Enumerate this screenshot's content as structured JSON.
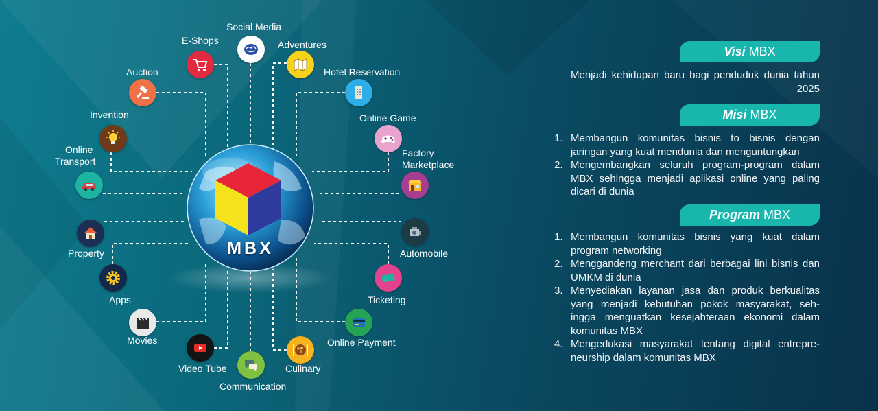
{
  "center": {
    "label": "MBX"
  },
  "nodes": [
    {
      "id": "social-media",
      "label": "Social Media",
      "icon": "brain-icon"
    },
    {
      "id": "e-shops",
      "label": "E-Shops",
      "icon": "shopping-cart-icon"
    },
    {
      "id": "adventures",
      "label": "Adventures",
      "icon": "map-icon"
    },
    {
      "id": "auction",
      "label": "Auction",
      "icon": "gavel-icon"
    },
    {
      "id": "hotel-reservation",
      "label": "Hotel Reservation",
      "icon": "building-icon"
    },
    {
      "id": "invention",
      "label": "Invention",
      "icon": "lightbulb-icon"
    },
    {
      "id": "online-game",
      "label": "Online Game",
      "icon": "gamepad-icon"
    },
    {
      "id": "online-transport",
      "label_line1": "Online",
      "label_line2": "Transport",
      "icon": "car-icon"
    },
    {
      "id": "factory-marketplace",
      "label_line1": "Factory",
      "label_line2": "Marketplace",
      "icon": "store-icon"
    },
    {
      "id": "property",
      "label": "Property",
      "icon": "house-icon"
    },
    {
      "id": "automobile",
      "label": "Automobile",
      "icon": "car-engine-icon"
    },
    {
      "id": "apps",
      "label": "Apps",
      "icon": "gear-icon"
    },
    {
      "id": "ticketing",
      "label": "Ticketing",
      "icon": "ticket-icon"
    },
    {
      "id": "movies",
      "label": "Movies",
      "icon": "clapperboard-icon"
    },
    {
      "id": "online-payment",
      "label": "Online Payment",
      "icon": "credit-card-icon"
    },
    {
      "id": "video-tube",
      "label": "Video Tube",
      "icon": "play-button-icon"
    },
    {
      "id": "culinary",
      "label": "Culinary",
      "icon": "food-icon"
    },
    {
      "id": "communication",
      "label": "Communication",
      "icon": "chat-bubble-icon"
    }
  ],
  "visi": {
    "title_bold": "Visi",
    "title_rest": "MBX",
    "text": "Menjadi kehidupan baru bagi penduduk dunia tahun 2025"
  },
  "misi": {
    "title_bold": "Misi",
    "title_rest": "MBX",
    "items": [
      {
        "num": "1.",
        "text": "Membangun komunitas bisnis  to bisnis dengan jaringan yang kuat mendunia dan menguntungkan"
      },
      {
        "num": "2.",
        "text": "Mengembangkan seluruh program-program dalam MBX sehingga menjadi aplikasi online yang paling dicari di dunia"
      }
    ]
  },
  "program": {
    "title_bold": "Program",
    "title_rest": "MBX",
    "items": [
      {
        "num": "1.",
        "text": "Membangun komunitas bisnis yang kuat dalam program networking"
      },
      {
        "num": "2.",
        "text": "Menggandeng merchant dari berbagai lini bisnis dan UMKM di dunia"
      },
      {
        "num": "3.",
        "text": "Menyediakan layanan jasa dan produk berkualitas yang menjadi kebutuhan pokok masyarakat, seh-ingga        menguatkan kesejahteraan ekonomi dalam komunitas MBX"
      },
      {
        "num": "4.",
        "text": "Mengedukasi masyarakat tentang digital entrepre-neurship dalam komunitas MBX"
      }
    ]
  },
  "colors": {
    "banner": "#19b6ae",
    "cube_top": "#e8263a",
    "cube_left": "#f4e21b",
    "cube_right": "#2e3a9c",
    "connector": "#ffffff"
  }
}
